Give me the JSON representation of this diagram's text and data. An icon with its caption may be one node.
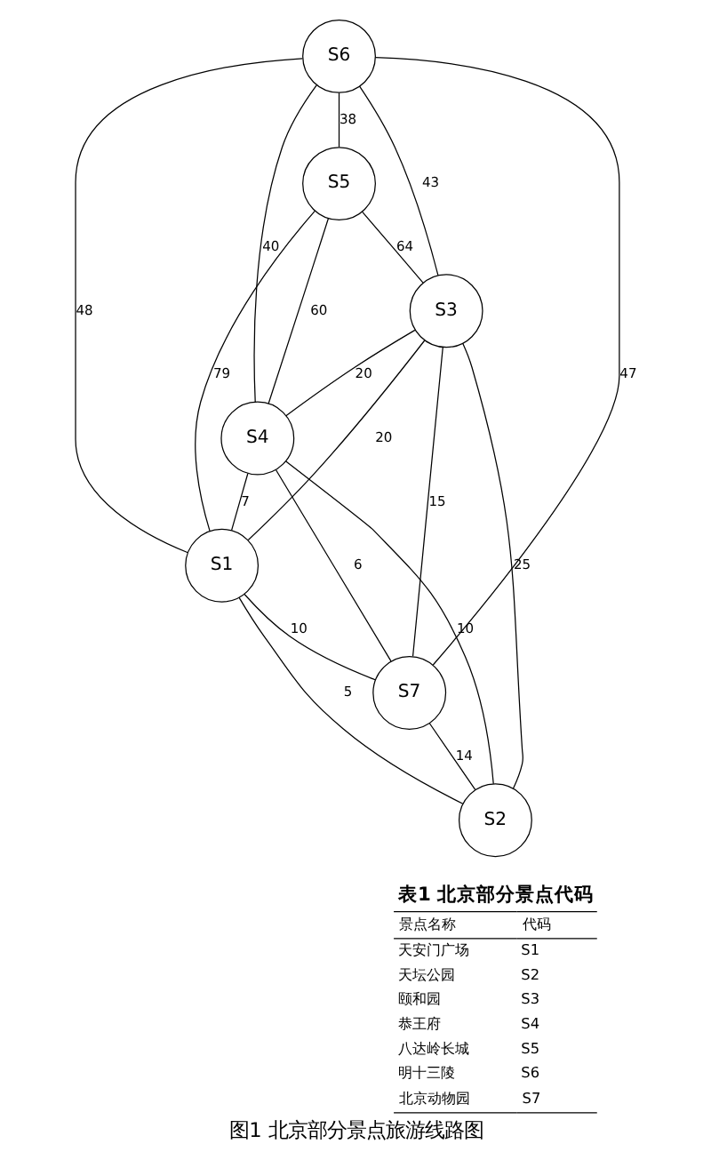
{
  "diagram": {
    "caption": "图1 北京部分景点旅游线路图",
    "nodes": [
      {
        "text": [
          "S5"
        ]
      },
      {
        "text": [
          "S6"
        ]
      },
      {
        "text": [
          "S4"
        ]
      },
      {
        "text": [
          "S3"
        ]
      },
      {
        "text": [
          "S1"
        ]
      },
      {
        "text": [
          "S7"
        ]
      },
      {
        "text": [
          "S2"
        ]
      }
    ],
    "edges": [
      {
        "from": 1,
        "to": 0,
        "arrow": "none",
        "label": "38"
      },
      {
        "from": 0,
        "to": 3,
        "arrow": "none",
        "label": "64"
      },
      {
        "from": 0,
        "to": 4,
        "arrow": "none",
        "label": "79"
      },
      {
        "from": 0,
        "to": 2,
        "arrow": "none",
        "label": "60"
      },
      {
        "from": 1,
        "to": 2,
        "arrow": "none",
        "label": "40"
      },
      {
        "from": 1,
        "to": 4,
        "arrow": "none",
        "label": "48"
      },
      {
        "from": 1,
        "to": 3,
        "arrow": "none",
        "label": "43"
      },
      {
        "from": 1,
        "to": 5,
        "arrow": "none",
        "label": "47"
      },
      {
        "from": 3,
        "to": 2,
        "arrow": "none",
        "label": "20"
      },
      {
        "from": 3,
        "to": 4,
        "arrow": "none",
        "label": "20"
      },
      {
        "from": 2,
        "to": 4,
        "arrow": "none",
        "label": "7"
      },
      {
        "from": 2,
        "to": 5,
        "arrow": "none",
        "label": "6"
      },
      {
        "from": 2,
        "to": 6,
        "arrow": "none",
        "label": "10"
      },
      {
        "from": 3,
        "to": 5,
        "arrow": "none",
        "label": "15"
      },
      {
        "from": 3,
        "to": 6,
        "arrow": "none",
        "label": "25"
      },
      {
        "from": 4,
        "to": 5,
        "arrow": "none",
        "label": "10"
      },
      {
        "from": 4,
        "to": 6,
        "arrow": "none",
        "label": "5"
      },
      {
        "from": 5,
        "to": 6,
        "arrow": "none",
        "label": "14"
      }
    ],
    "labels": [
      "表1 北京部分景点代码",
      "景点名称",
      "代码",
      "天安门广场",
      "S1",
      "天坛公园",
      "S2",
      "颐和园",
      "S3",
      "恭王府",
      "S4",
      "八达岭长城",
      "S5",
      "明十三陵",
      "S6",
      "北京动物园",
      "S7"
    ]
  }
}
